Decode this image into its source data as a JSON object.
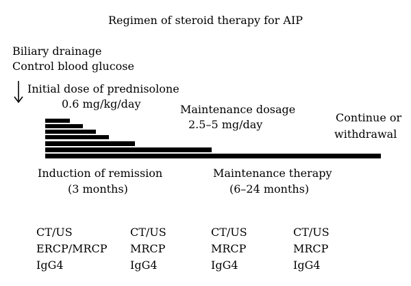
{
  "title": "Regimen of steroid therapy for AIP",
  "pre_steps": [
    "Biliary drainage",
    "Control blood glucose"
  ],
  "initial_dose": {
    "label": "Initial dose of prednisolone",
    "value": "0.6 mg/kg/day"
  },
  "maintenance_dosage": {
    "label": "Maintenance dosage",
    "value": "2.5–5 mg/day"
  },
  "continue_note": [
    "Continue or",
    "withdrawal"
  ],
  "phases": [
    {
      "label": "Induction of remission",
      "duration": "(3 months)"
    },
    {
      "label": "Maintenance therapy",
      "duration": "(6–24 months)"
    }
  ],
  "tests": [
    [
      "CT/US",
      "ERCP/MRCP",
      "IgG4"
    ],
    [
      "CT/US",
      "MRCP",
      "IgG4"
    ],
    [
      "CT/US",
      "MRCP",
      "IgG4"
    ],
    [
      "CT/US",
      "MRCP",
      "IgG4"
    ]
  ]
}
